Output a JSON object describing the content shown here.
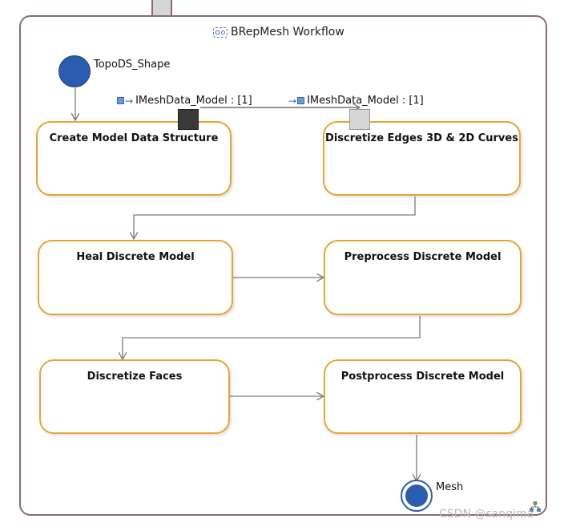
{
  "diagram": {
    "title": "BRepMesh Workflow",
    "start_node": {
      "label": "TopoDS_Shape"
    },
    "end_node": {
      "label": "Mesh"
    },
    "actions": [
      {
        "id": "create",
        "label": "Create Model Data Structure"
      },
      {
        "id": "discretize-edges",
        "label": "Discretize Edges 3D & 2D Curves"
      },
      {
        "id": "heal",
        "label": "Heal Discrete Model"
      },
      {
        "id": "preprocess",
        "label": "Preprocess Discrete Model"
      },
      {
        "id": "discretize-faces",
        "label": "Discretize Faces"
      },
      {
        "id": "postprocess",
        "label": "Postprocess Discrete Model"
      }
    ],
    "output_pin_label": "IMeshData_Model : [1]",
    "input_pin_label": "IMeshData_Model : [1]"
  },
  "watermark": "CSDN @sanqima",
  "colors": {
    "frame_border": "#8a6a78",
    "action_border": "#e8a430",
    "node_fill": "#2a5cb0",
    "wire": "#7a7a7a",
    "pin_dark": "#3a3a3a",
    "pin_light": "#d6d6d6"
  }
}
